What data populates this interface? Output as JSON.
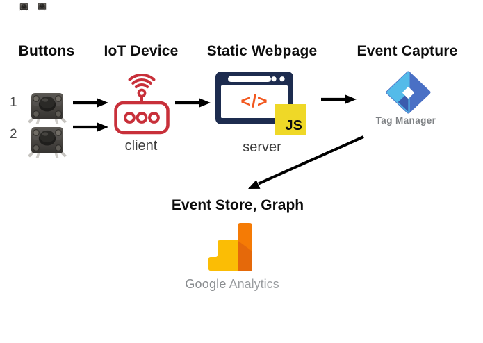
{
  "headers": {
    "buttons": "Buttons",
    "iot_device": "IoT Device",
    "static_webpage": "Static Webpage",
    "event_capture": "Event Capture",
    "event_store": "Event Store, Graph"
  },
  "buttons": {
    "item1": "1",
    "item2": "2"
  },
  "iot": {
    "caption": "client"
  },
  "webpage": {
    "caption": "server",
    "code": "</>",
    "js_badge": "JS"
  },
  "gtm": {
    "caption": "Tag Manager"
  },
  "ga": {
    "brand": "Google",
    "product": "Analytics"
  },
  "colors": {
    "iot_red": "#c8303a",
    "browser_navy": "#1d2c4f",
    "code_orange": "#f2581f",
    "js_yellow": "#efd827",
    "gtm_light_blue": "#54bbe9",
    "gtm_medium_blue": "#4a70c5",
    "gtm_dark_blue": "#3b5cae",
    "ga_amber": "#fbbd05",
    "ga_orange": "#f57b05",
    "ga_dark_orange": "#e5690a",
    "arrow_black": "#000000"
  }
}
